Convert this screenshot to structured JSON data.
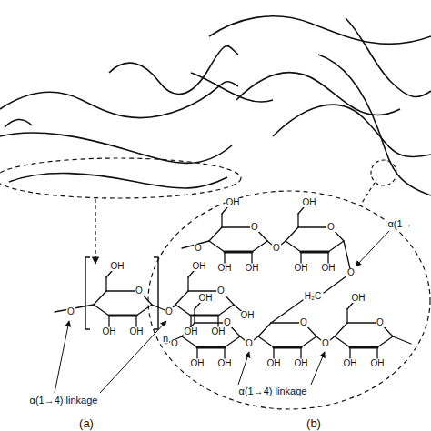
{
  "diagram": {
    "labels": [
      "α(1→4) linkage",
      "(a)",
      "α(1→",
      "α(1→4) linkage",
      "(b)",
      "n",
      "OH",
      "O",
      "OH",
      "OH",
      "OH",
      "O",
      "OH",
      "OH",
      "OH",
      "O",
      "OH",
      "OH",
      "OH",
      "O",
      "OH",
      "OH",
      "OH",
      "O",
      "OH",
      "OH",
      "O",
      "OH",
      "OH",
      "OH",
      "O",
      "OH",
      "OH",
      "O",
      "O",
      "OH",
      "O",
      "O",
      "O",
      "O",
      "O",
      "O",
      "H₂C"
    ]
  }
}
